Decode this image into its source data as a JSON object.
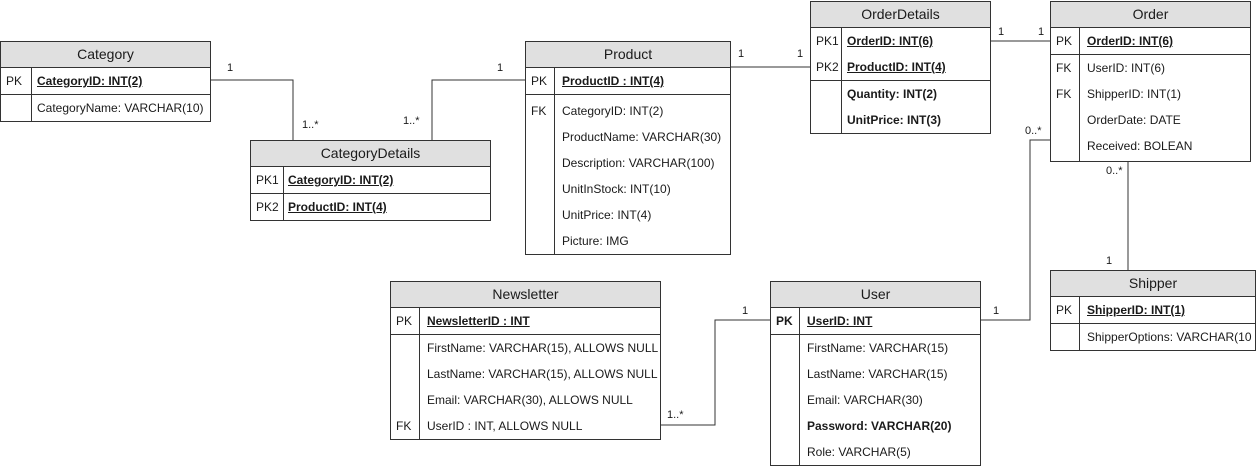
{
  "entities": {
    "category": {
      "title": "Category",
      "rows": [
        {
          "key": "PK",
          "attr": "CategoryID: INT(2)"
        },
        {
          "key": "",
          "attr": "CategoryName: VARCHAR(10)"
        }
      ]
    },
    "category_details": {
      "title": "CategoryDetails",
      "rows": [
        {
          "key": "PK1",
          "attr": "CategoryID: INT(2)"
        },
        {
          "key": "PK2",
          "attr": "ProductID: INT(4)"
        }
      ]
    },
    "product": {
      "title": "Product",
      "rows": [
        {
          "key": "PK",
          "attr": "ProductID : INT(4)"
        },
        {
          "key": "FK",
          "attr": "CategoryID: INT(2)"
        },
        {
          "key": "",
          "attr": "ProductName: VARCHAR(30)"
        },
        {
          "key": "",
          "attr": "Description: VARCHAR(100)"
        },
        {
          "key": "",
          "attr": "UnitInStock: INT(10)"
        },
        {
          "key": "",
          "attr": "UnitPrice: INT(4)"
        },
        {
          "key": "",
          "attr": "Picture: IMG"
        }
      ]
    },
    "order_details": {
      "title": "OrderDetails",
      "rows": [
        {
          "key": "PK1",
          "attr": "OrderID: INT(6)"
        },
        {
          "key": "PK2",
          "attr": "ProductID: INT(4)"
        },
        {
          "key": "",
          "attr": "Quantity: INT(2)"
        },
        {
          "key": "",
          "attr": "UnitPrice: INT(3)"
        }
      ]
    },
    "order": {
      "title": "Order",
      "rows": [
        {
          "key": "PK",
          "attr": "OrderID: INT(6)"
        },
        {
          "key": "FK",
          "attr": "UserID: INT(6)"
        },
        {
          "key": "FK",
          "attr": "ShipperID: INT(1)"
        },
        {
          "key": "",
          "attr": "OrderDate: DATE"
        },
        {
          "key": "",
          "attr": "Received: BOLEAN"
        }
      ]
    },
    "shipper": {
      "title": "Shipper",
      "rows": [
        {
          "key": "PK",
          "attr": "ShipperID: INT(1)"
        },
        {
          "key": "",
          "attr": "ShipperOptions: VARCHAR(10"
        }
      ]
    },
    "newsletter": {
      "title": "Newsletter",
      "rows": [
        {
          "key": "PK",
          "attr": "NewsletterID : INT"
        },
        {
          "key": "",
          "attr": "FirstName: VARCHAR(15), ALLOWS NULL"
        },
        {
          "key": "",
          "attr": "LastName: VARCHAR(15), ALLOWS NULL"
        },
        {
          "key": "",
          "attr": "Email: VARCHAR(30), ALLOWS NULL"
        },
        {
          "key": "FK",
          "attr": "UserID : INT, ALLOWS NULL"
        }
      ]
    },
    "user": {
      "title": "User",
      "rows": [
        {
          "key": "PK",
          "attr": "UserID: INT"
        },
        {
          "key": "",
          "attr": "FirstName: VARCHAR(15)"
        },
        {
          "key": "",
          "attr": "LastName: VARCHAR(15)"
        },
        {
          "key": "",
          "attr": "Email: VARCHAR(30)"
        },
        {
          "key": "",
          "attr": "Password: VARCHAR(20)"
        },
        {
          "key": "",
          "attr": "Role: VARCHAR(5)"
        }
      ]
    }
  },
  "multiplicities": {
    "category_to_catdetails_a": "1",
    "category_to_catdetails_b": "1..*",
    "product_to_catdetails_a": "1",
    "product_to_catdetails_b": "1..*",
    "product_to_orderdetails_a": "1",
    "product_to_orderdetails_b": "1",
    "orderdetails_to_order_a": "1",
    "orderdetails_to_order_b": "1",
    "order_to_user_a": "0..*",
    "order_to_user_b": "1",
    "order_to_shipper_a": "0..*",
    "order_to_shipper_b": "1",
    "newsletter_to_user_a": "1..*",
    "newsletter_to_user_b": "1"
  }
}
